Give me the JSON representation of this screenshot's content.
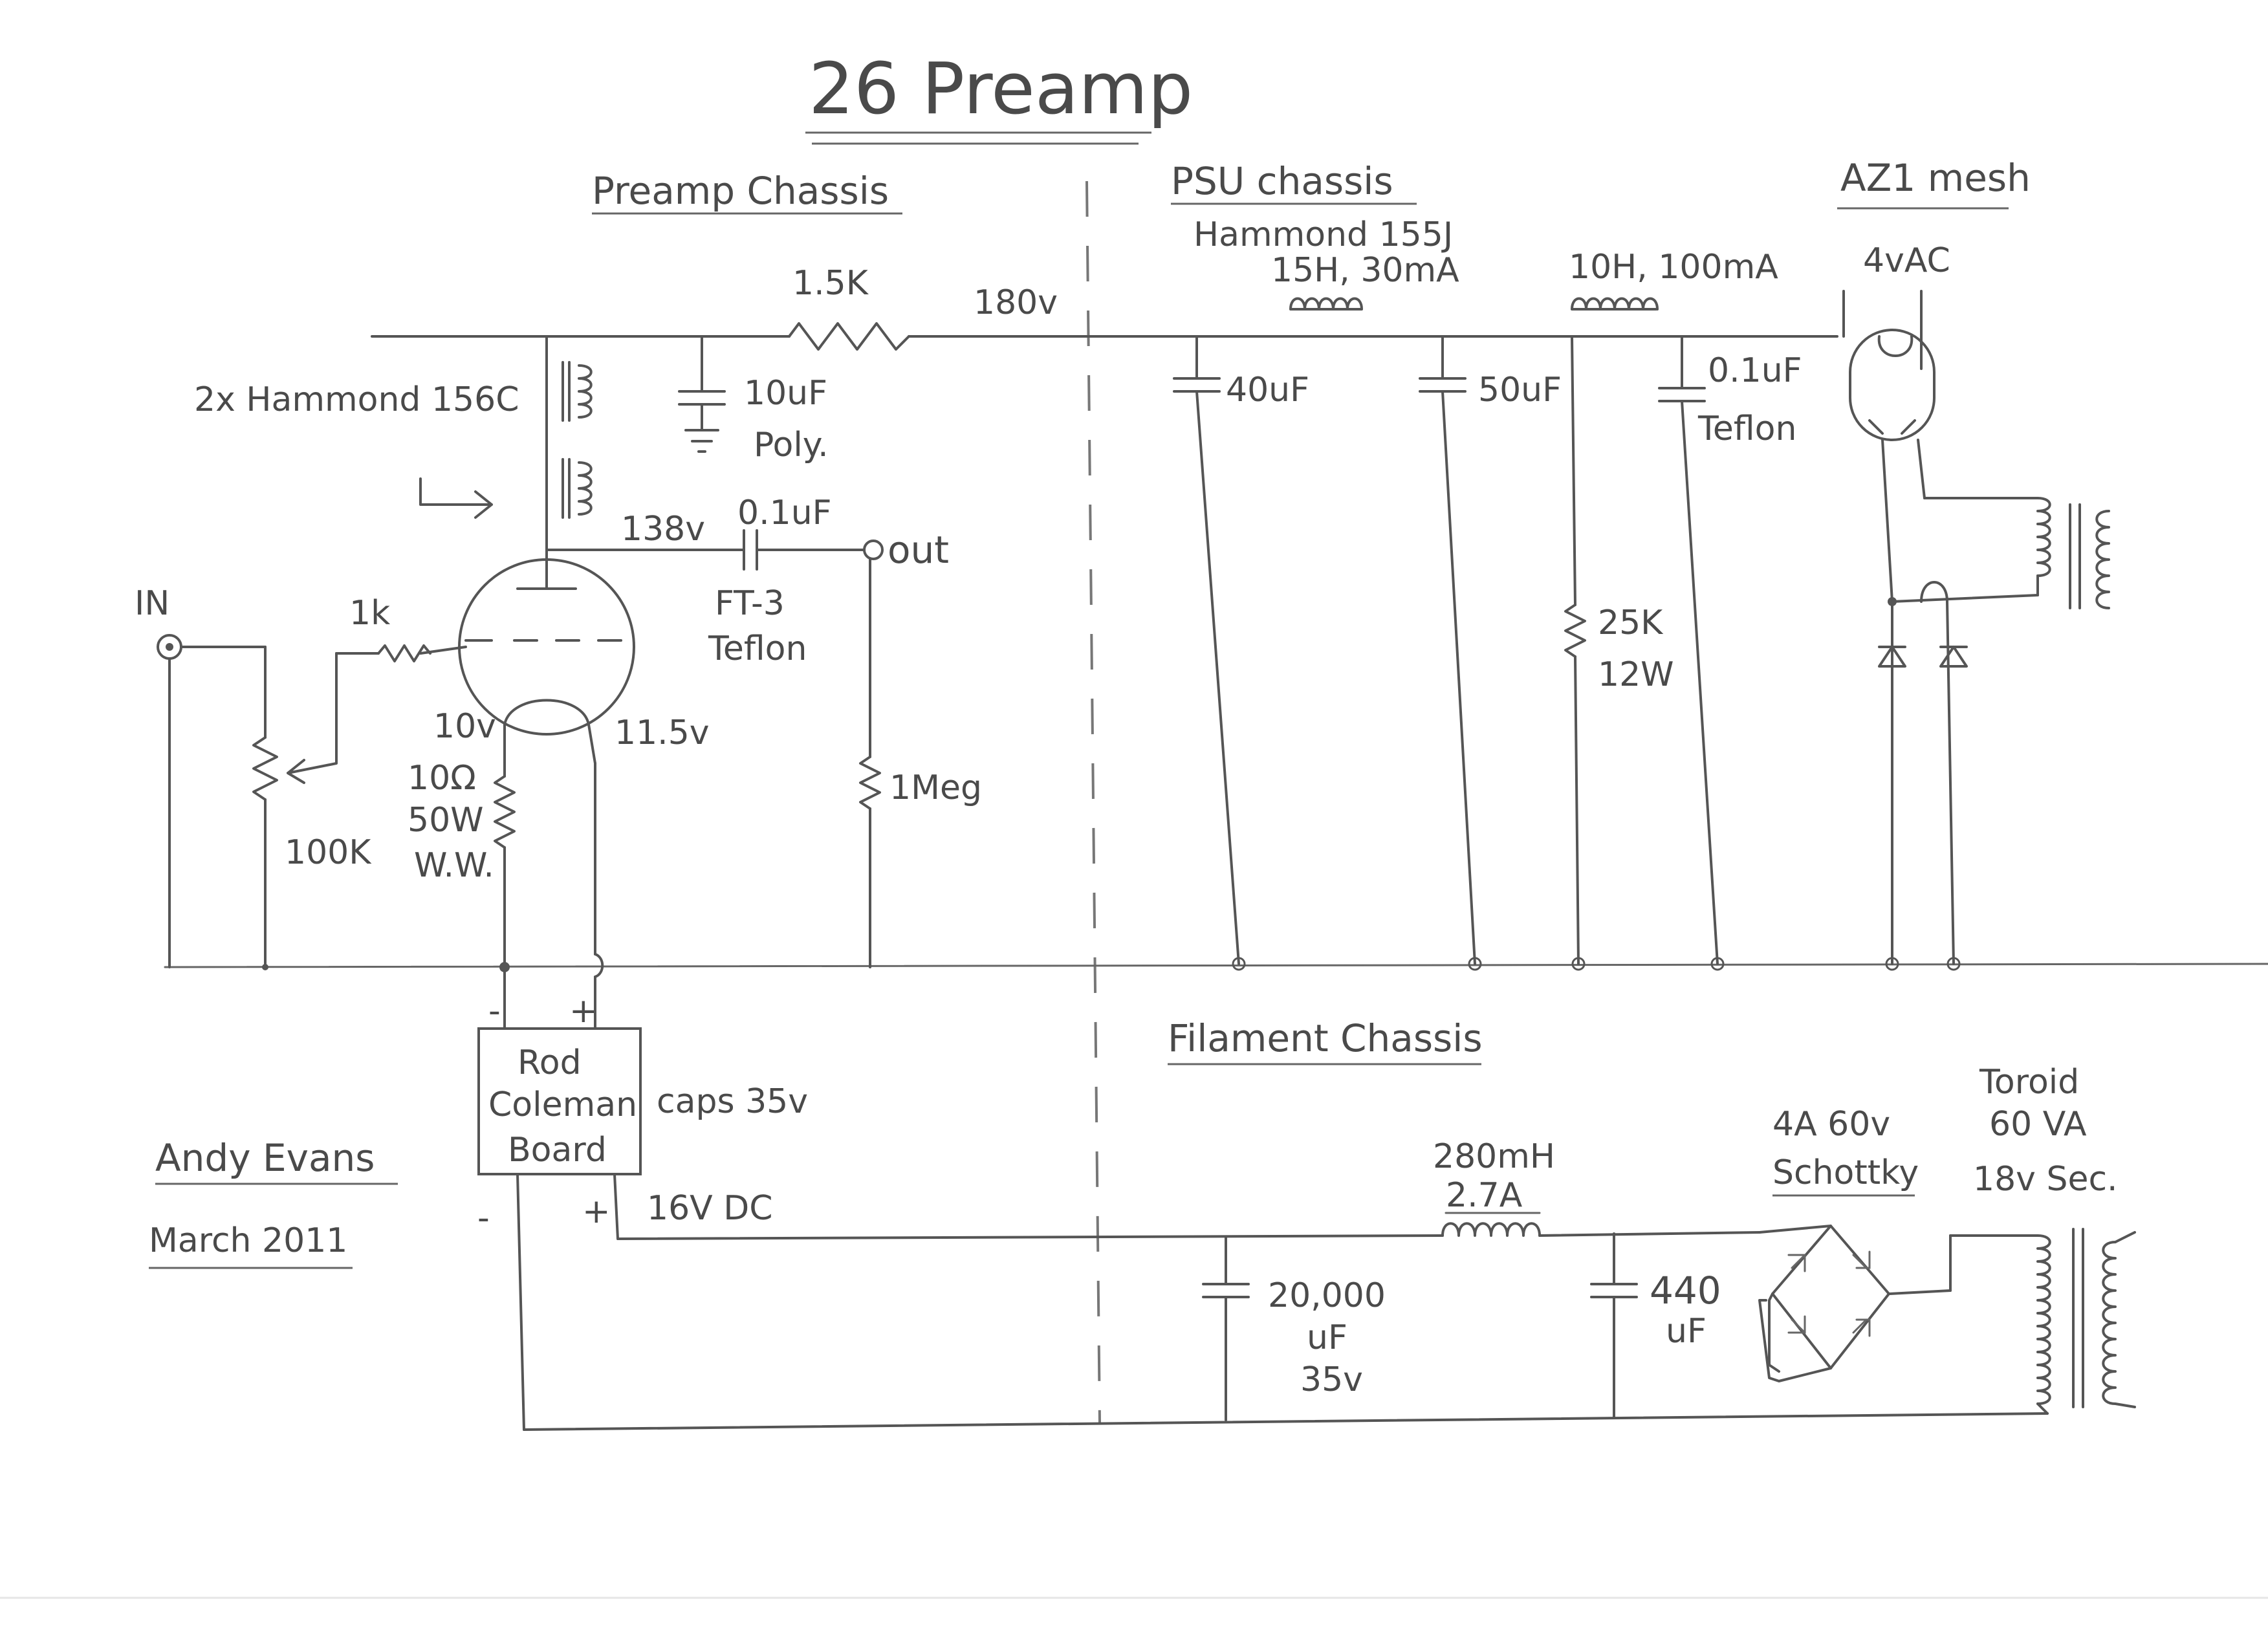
{
  "title": "26 Preamp",
  "sections": {
    "preamp": "Preamp Chassis",
    "psu": "PSU chassis",
    "psu_sub": "Hammond 155J",
    "rectifier": "AZ1 mesh",
    "filament": "Filament Chassis"
  },
  "preamp": {
    "r_plate": "1.5K",
    "v_supply": "180v",
    "chokes": "2x Hammond 156C",
    "c_decouple": "10uF",
    "c_decouple_type": "Poly.",
    "v_plate": "138v",
    "c_coupling": "0.1uF",
    "c_coupling_type": "FT-3",
    "c_coupling_material": "Teflon",
    "out": "out",
    "in": "IN",
    "r_grid": "1k",
    "pot": "100K",
    "r_leak": "1Meg",
    "v_fil_minus": "10v",
    "v_fil_plus": "11.5v",
    "r_bias": "10Ω",
    "r_bias_power": "50W",
    "r_bias_type": "W.W."
  },
  "psu": {
    "choke1": "15H, 30mA",
    "choke2": "10H, 100mA",
    "c1": "40uF",
    "c2": "50uF",
    "c3": "0.1uF",
    "c3_type": "Teflon",
    "r_bleed": "25K",
    "r_bleed_power": "12W",
    "heater": "4vAC"
  },
  "filament": {
    "board_line1": "Rod",
    "board_line2": "Coleman",
    "board_line3": "Board",
    "caps": "caps 35v",
    "dc_label": "16V DC",
    "plus": "+",
    "minus": "-",
    "choke": "280mH",
    "choke_current": "2.7A",
    "c_big": "20,000",
    "c_big_unit": "uF",
    "c_big_v": "35v",
    "c_small": "440",
    "c_small_unit": "uF",
    "bridge1": "4A 60v",
    "bridge2": "Schottky",
    "toroid1": "Toroid",
    "toroid2": "60 VA",
    "toroid3": "18v Sec."
  },
  "author": "Andy Evans",
  "date": "March 2011"
}
